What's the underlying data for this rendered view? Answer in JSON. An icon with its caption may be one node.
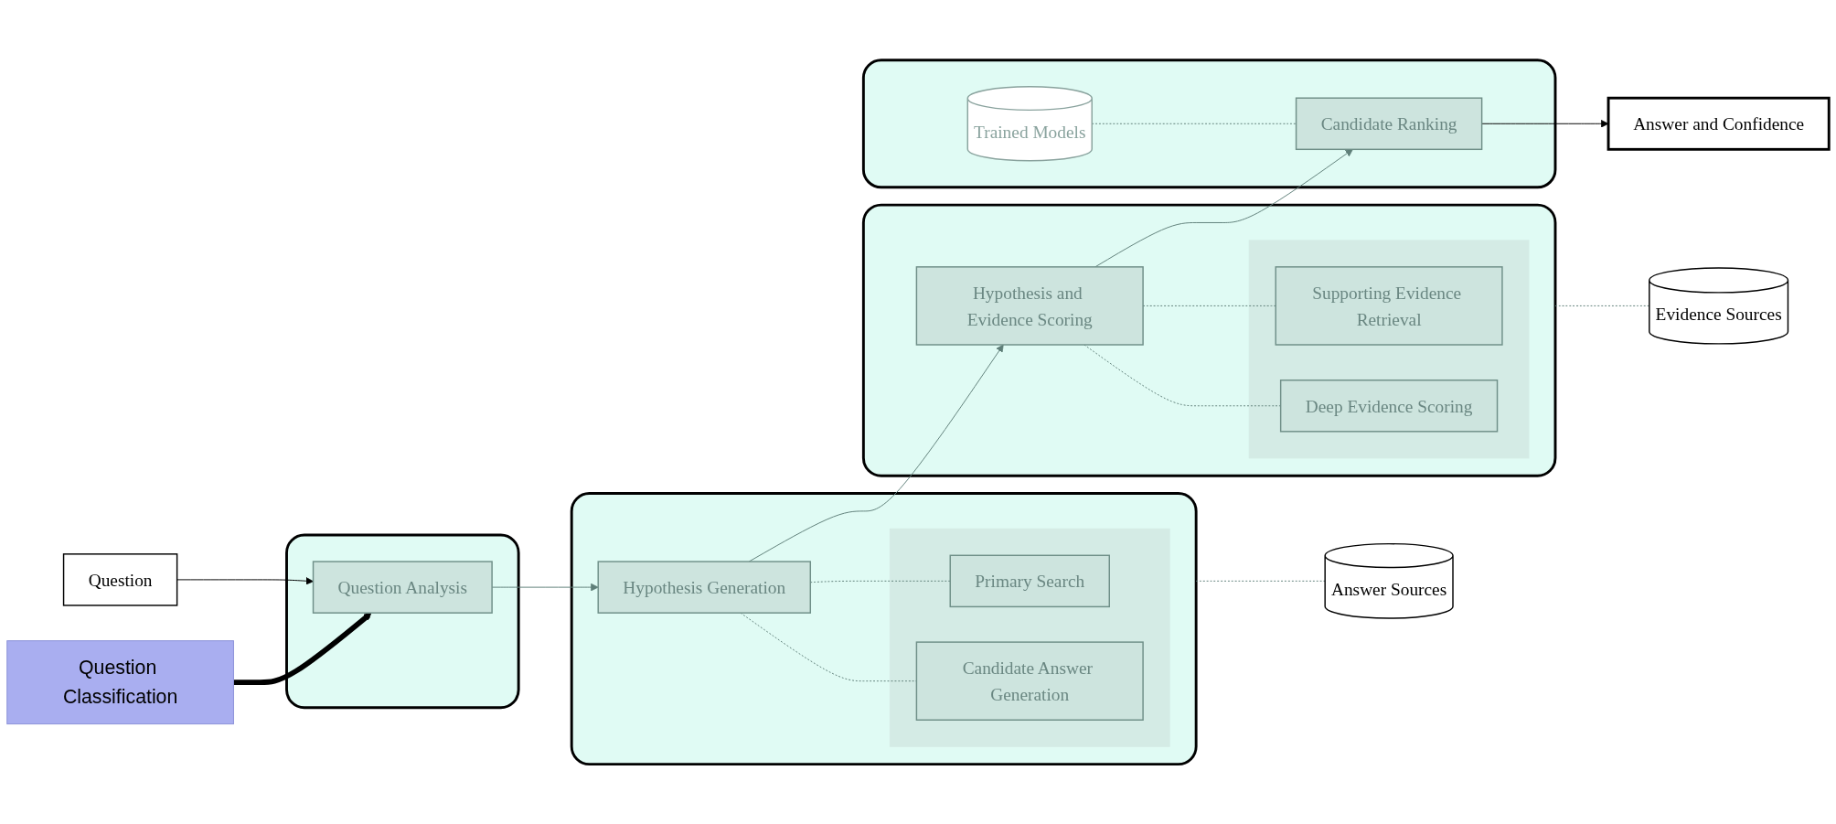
{
  "diagram": {
    "nodes": [
      {
        "text": [
          "Question"
        ]
      },
      {
        "text": [
          "Question Classification"
        ]
      },
      {
        "text": [],
        "shape": "box"
      },
      {
        "text": [
          "Question Analysis"
        ],
        "in": 2
      },
      {
        "text": [],
        "shape": "box"
      },
      {
        "text": [
          "Hypothesis Generation"
        ],
        "in": 4
      },
      {
        "text": [],
        "shape": "box",
        "in": 4
      },
      {
        "text": [
          "Primary Search"
        ],
        "in": 6
      },
      {
        "text": [
          "Candidate Answer Generation"
        ],
        "in": 6
      },
      {
        "text": [],
        "shape": "box"
      },
      {
        "text": [
          "Hypothesis and Evidence Scoring"
        ],
        "in": 9
      },
      {
        "text": [],
        "shape": "box",
        "in": 9
      },
      {
        "text": [
          "Supporting Evidence Retrieval"
        ],
        "in": 11
      },
      {
        "text": [
          "Deep Evidence Scoring"
        ],
        "in": 11
      },
      {
        "text": [],
        "shape": "box"
      },
      {
        "text": [
          "Trained Models"
        ],
        "in": 14
      },
      {
        "text": [
          "Candidate Ranking"
        ],
        "in": 14
      },
      {
        "text": [
          "Answer and Confidence"
        ]
      },
      {
        "text": [
          "Answer Sources"
        ]
      },
      {
        "text": [
          "Evidence Sources"
        ]
      }
    ],
    "edges": [
      {
        "from": 0,
        "to": 3,
        "arrow": "to",
        "color": "#000000"
      },
      {
        "from": 1,
        "to": 3,
        "arrow": "to",
        "style": "thick",
        "color": "#000000"
      },
      {
        "from": 3,
        "to": 5,
        "arrow": "to"
      },
      {
        "from": 5,
        "to": 10,
        "arrow": "to"
      },
      {
        "from": 10,
        "to": 16,
        "arrow": "to"
      },
      {
        "from": 16,
        "to": 17,
        "arrow": "to",
        "color": "#000000"
      },
      {
        "from": 5,
        "to": 7,
        "arrow": "none",
        "style": "dashed"
      },
      {
        "from": 5,
        "to": 8,
        "arrow": "none",
        "style": "dashed"
      },
      {
        "from": 4,
        "to": 18,
        "arrow": "none",
        "style": "dashed"
      },
      {
        "from": 10,
        "to": 12,
        "arrow": "none",
        "style": "dashed"
      },
      {
        "from": 10,
        "to": 13,
        "arrow": "none",
        "style": "dashed"
      },
      {
        "from": 9,
        "to": 19,
        "arrow": "none",
        "style": "dashed"
      },
      {
        "from": 15,
        "to": 16,
        "arrow": "none",
        "style": "dashed"
      }
    ]
  }
}
